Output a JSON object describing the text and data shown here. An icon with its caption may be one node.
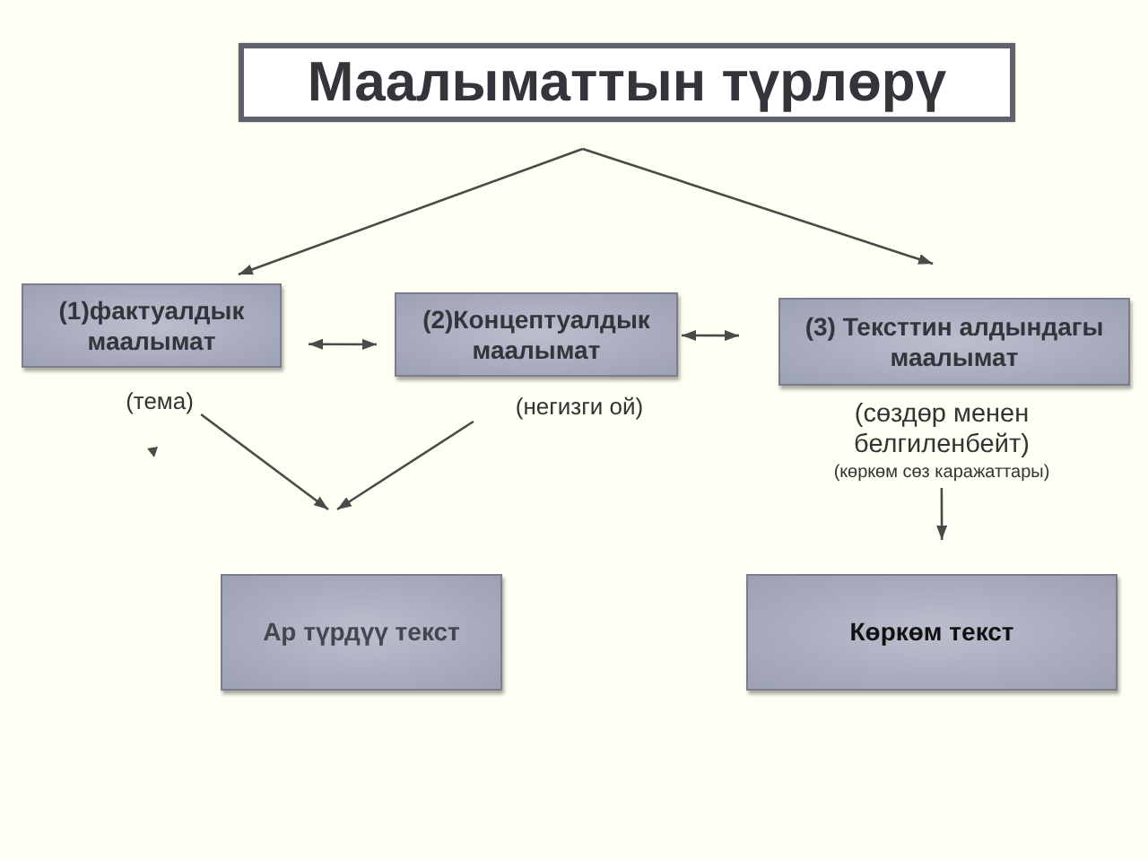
{
  "diagram": {
    "nodes": [
      {
        "text": [
          "Маалыматтын түрлөрү"
        ]
      },
      {
        "text": [
          "(1)фактуалдык маалымат"
        ],
        "beside": [
          "(тема)"
        ]
      },
      {
        "text": [
          "(2)Концептуалдык маалымат"
        ],
        "beside": [
          "(негизги ой)"
        ]
      },
      {
        "text": [
          "(3) Тексттин алдындагы маалымат"
        ],
        "beside": [
          "(сөздөр менен белгиленбейт)",
          "(көркөм сөз каражаттары)"
        ]
      },
      {
        "text": [
          "Ар түрдүү текст"
        ]
      },
      {
        "text": [
          "Көркөм текст"
        ]
      }
    ],
    "edges": [
      {
        "from": 0,
        "to": 1,
        "arrow": "to"
      },
      {
        "from": 0,
        "to": 3,
        "arrow": "to"
      },
      {
        "from": 1,
        "to": 2,
        "arrow": "both"
      },
      {
        "from": 2,
        "to": 3,
        "arrow": "both"
      },
      {
        "from": 1,
        "to": 4,
        "arrow": "to"
      },
      {
        "from": 2,
        "to": 4,
        "arrow": "to"
      },
      {
        "from": 3,
        "to": 5,
        "arrow": "to"
      }
    ]
  }
}
